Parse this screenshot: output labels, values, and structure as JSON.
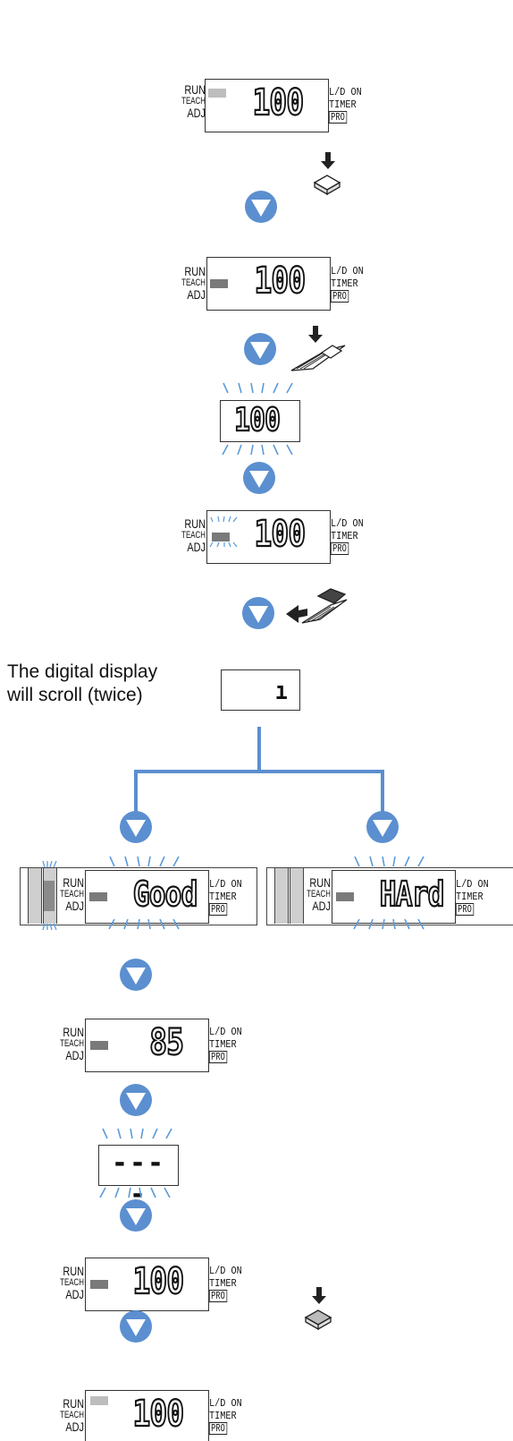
{
  "labels": {
    "run": "RUN",
    "teach": "TEACH",
    "adj": "ADJ",
    "ld_on": "L/D ON",
    "timer": "TIMER",
    "pro": "PRO"
  },
  "note": {
    "line1": "The digital display",
    "line2": "will scroll (twice)"
  },
  "displays": {
    "d1": "100",
    "d2": "100",
    "d3": "100",
    "d4": "100",
    "scroll": "ı",
    "good": "Good",
    "hard": "HArd",
    "d85": "85",
    "dashes": "----",
    "d_final1": "100",
    "d_final2": "100"
  },
  "colors": {
    "arrow": "#5b8fd0",
    "flow_line": "#5b8fd0",
    "blink": "#5a9ad8"
  },
  "icons": [
    "button-press-icon",
    "down-arrow-icon",
    "sensor-teach-icon",
    "blink-rays-icon"
  ]
}
